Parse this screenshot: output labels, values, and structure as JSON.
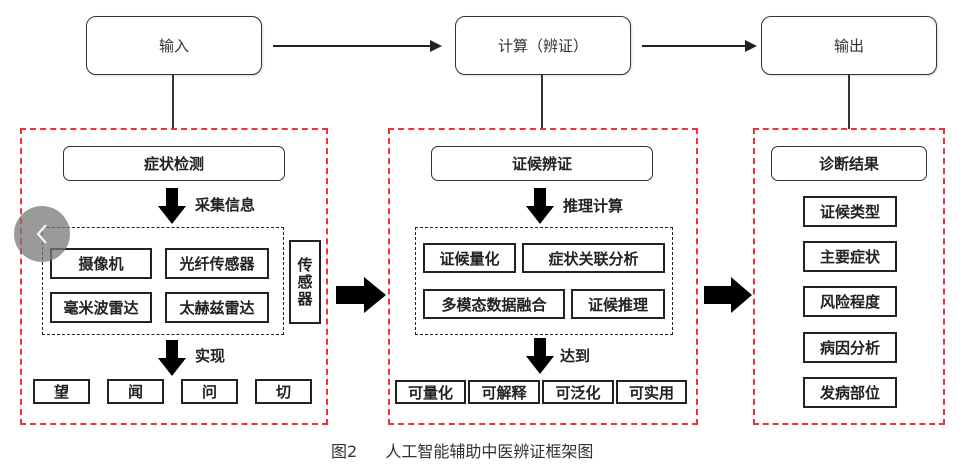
{
  "top_row": {
    "input": "输入",
    "compute": "计算（辨证）",
    "output": "输出"
  },
  "panel_input": {
    "header": "症状检测",
    "step1_label": "采集信息",
    "sensors": [
      "摄像机",
      "光纤传感器",
      "毫米波雷达",
      "太赫兹雷达"
    ],
    "sensor_group_label": "传感器",
    "step2_label": "实现",
    "methods": [
      "望",
      "闻",
      "问",
      "切"
    ]
  },
  "panel_compute": {
    "header": "证候辨证",
    "step1_label": "推理计算",
    "techniques": [
      "证候量化",
      "症状关联分析",
      "多模态数据融合",
      "证候推理"
    ],
    "step2_label": "达到",
    "goals": [
      "可量化",
      "可解释",
      "可泛化",
      "可实用"
    ]
  },
  "panel_output": {
    "header": "诊断结果",
    "results": [
      "证候类型",
      "主要症状",
      "风险程度",
      "病因分析",
      "发病部位"
    ]
  },
  "caption": {
    "figure_no": "图2",
    "title": "人工智能辅助中医辨证框架图"
  },
  "nav": {
    "prev_icon": "chevron-left-icon"
  },
  "colors": {
    "frame_red": "#f0303a",
    "stroke": "#222222"
  }
}
